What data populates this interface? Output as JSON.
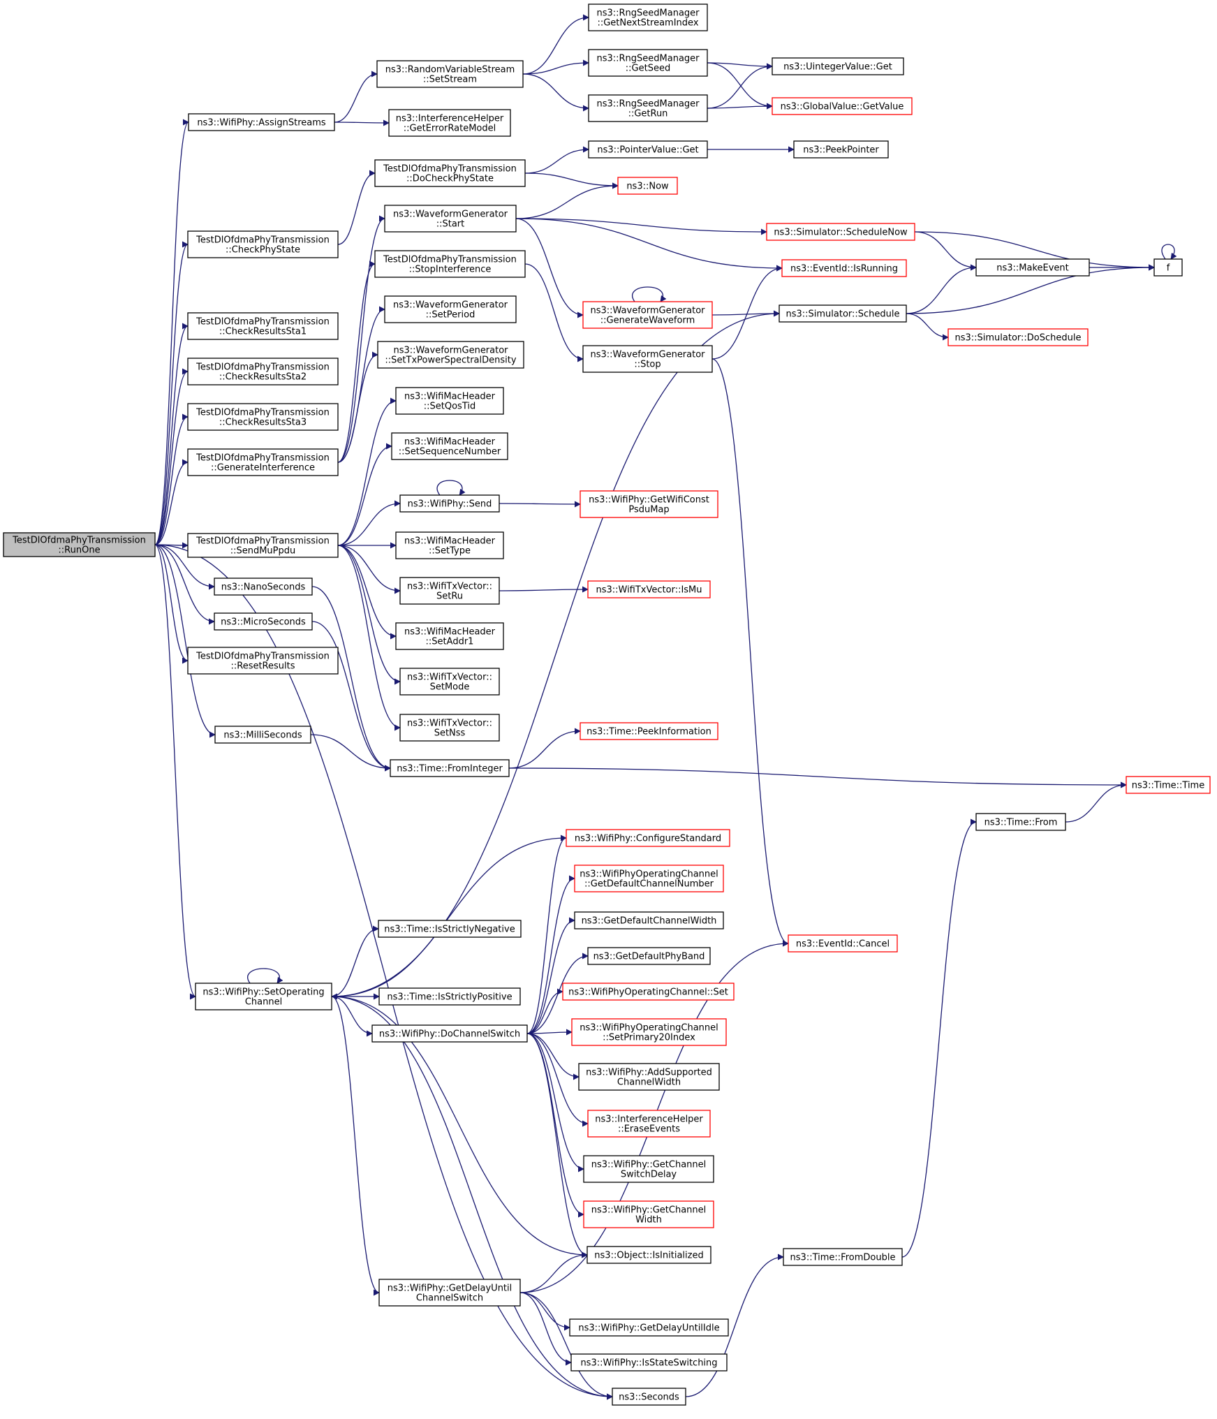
{
  "colors": {
    "edge": "#191970",
    "node_border": "#000000",
    "node_border_truncated": "#ff0000",
    "root_fill": "#bfbfbf",
    "node_fill": "#ffffff"
  },
  "nodes": [
    {
      "id": "runone",
      "lines": [
        "TestDlOfdmaPhyTransmission",
        "::RunOne"
      ],
      "root": true
    },
    {
      "id": "assignstreams",
      "lines": [
        "ns3::WifiPhy::AssignStreams"
      ]
    },
    {
      "id": "setstream",
      "lines": [
        "ns3::RandomVariableStream",
        "::SetStream"
      ]
    },
    {
      "id": "getnextstreamindex",
      "lines": [
        "ns3::RngSeedManager",
        "::GetNextStreamIndex"
      ]
    },
    {
      "id": "getseed",
      "lines": [
        "ns3::RngSeedManager",
        "::GetSeed"
      ]
    },
    {
      "id": "getrun",
      "lines": [
        "ns3::RngSeedManager",
        "::GetRun"
      ]
    },
    {
      "id": "uintegervalue-get",
      "lines": [
        "ns3::UintegerValue::Get"
      ]
    },
    {
      "id": "globalvalue-getvalue",
      "lines": [
        "ns3::GlobalValue::GetValue"
      ],
      "truncated": true
    },
    {
      "id": "geterrorratemodel",
      "lines": [
        "ns3::InterferenceHelper",
        "::GetErrorRateModel"
      ]
    },
    {
      "id": "checkphystate",
      "lines": [
        "TestDlOfdmaPhyTransmission",
        "::CheckPhyState"
      ]
    },
    {
      "id": "docheckphystate",
      "lines": [
        "TestDlOfdmaPhyTransmission",
        "::DoCheckPhyState"
      ]
    },
    {
      "id": "pointervalue-get",
      "lines": [
        "ns3::PointerValue::Get"
      ]
    },
    {
      "id": "peekpointer",
      "lines": [
        "ns3::PeekPointer"
      ]
    },
    {
      "id": "now",
      "lines": [
        "ns3::Now"
      ],
      "truncated": true
    },
    {
      "id": "wg-start",
      "lines": [
        "ns3::WaveformGenerator",
        "::Start"
      ]
    },
    {
      "id": "schedulenow",
      "lines": [
        "ns3::Simulator::ScheduleNow"
      ],
      "truncated": true
    },
    {
      "id": "isrunning",
      "lines": [
        "ns3::EventId::IsRunning"
      ],
      "truncated": true
    },
    {
      "id": "makeevent",
      "lines": [
        "ns3::MakeEvent"
      ]
    },
    {
      "id": "f",
      "lines": [
        "f"
      ]
    },
    {
      "id": "stopinterference",
      "lines": [
        "TestDlOfdmaPhyTransmission",
        "::StopInterference"
      ]
    },
    {
      "id": "generatewaveform",
      "lines": [
        "ns3::WaveformGenerator",
        "::GenerateWaveform"
      ],
      "truncated": true
    },
    {
      "id": "schedule",
      "lines": [
        "ns3::Simulator::Schedule"
      ]
    },
    {
      "id": "doschedule",
      "lines": [
        "ns3::Simulator::DoSchedule"
      ],
      "truncated": true
    },
    {
      "id": "checkresultssta1",
      "lines": [
        "TestDlOfdmaPhyTransmission",
        "::CheckResultsSta1"
      ]
    },
    {
      "id": "setperiod",
      "lines": [
        "ns3::WaveformGenerator",
        "::SetPeriod"
      ]
    },
    {
      "id": "checkresultssta2",
      "lines": [
        "TestDlOfdmaPhyTransmission",
        "::CheckResultsSta2"
      ]
    },
    {
      "id": "settxpsd",
      "lines": [
        "ns3::WaveformGenerator",
        "::SetTxPowerSpectralDensity"
      ]
    },
    {
      "id": "wg-stop",
      "lines": [
        "ns3::WaveformGenerator",
        "::Stop"
      ]
    },
    {
      "id": "checkresultssta3",
      "lines": [
        "TestDlOfdmaPhyTransmission",
        "::CheckResultsSta3"
      ]
    },
    {
      "id": "setqostid",
      "lines": [
        "ns3::WifiMacHeader",
        "::SetQosTid"
      ]
    },
    {
      "id": "generateinterference",
      "lines": [
        "TestDlOfdmaPhyTransmission",
        "::GenerateInterference"
      ]
    },
    {
      "id": "setsequencenumber",
      "lines": [
        "ns3::WifiMacHeader",
        "::SetSequenceNumber"
      ]
    },
    {
      "id": "wifiphy-send",
      "lines": [
        "ns3::WifiPhy::Send"
      ]
    },
    {
      "id": "getwificonstpsdumap",
      "lines": [
        "ns3::WifiPhy::GetWifiConst",
        "PsduMap"
      ],
      "truncated": true
    },
    {
      "id": "sendmuppdu",
      "lines": [
        "TestDlOfdmaPhyTransmission",
        "::SendMuPpdu"
      ]
    },
    {
      "id": "settype",
      "lines": [
        "ns3::WifiMacHeader",
        "::SetType"
      ]
    },
    {
      "id": "setru",
      "lines": [
        "ns3::WifiTxVector::",
        "SetRu"
      ]
    },
    {
      "id": "ismu",
      "lines": [
        "ns3::WifiTxVector::IsMu"
      ],
      "truncated": true
    },
    {
      "id": "nanoseconds",
      "lines": [
        "ns3::NanoSeconds"
      ]
    },
    {
      "id": "microseconds",
      "lines": [
        "ns3::MicroSeconds"
      ]
    },
    {
      "id": "setaddr1",
      "lines": [
        "ns3::WifiMacHeader",
        "::SetAddr1"
      ]
    },
    {
      "id": "resetresults",
      "lines": [
        "TestDlOfdmaPhyTransmission",
        "::ResetResults"
      ]
    },
    {
      "id": "setmode",
      "lines": [
        "ns3::WifiTxVector::",
        "SetMode"
      ]
    },
    {
      "id": "milliseconds",
      "lines": [
        "ns3::MilliSeconds"
      ]
    },
    {
      "id": "setnss",
      "lines": [
        "ns3::WifiTxVector::",
        "SetNss"
      ]
    },
    {
      "id": "peekinformation",
      "lines": [
        "ns3::Time::PeekInformation"
      ],
      "truncated": true
    },
    {
      "id": "frominteger",
      "lines": [
        "ns3::Time::FromInteger"
      ]
    },
    {
      "id": "time-time",
      "lines": [
        "ns3::Time::Time"
      ],
      "truncated": true
    },
    {
      "id": "time-from",
      "lines": [
        "ns3::Time::From"
      ]
    },
    {
      "id": "configurestandard",
      "lines": [
        "ns3::WifiPhy::ConfigureStandard"
      ],
      "truncated": true
    },
    {
      "id": "getdefaultchannelnumber",
      "lines": [
        "ns3::WifiPhyOperatingChannel",
        "::GetDefaultChannelNumber"
      ],
      "truncated": true
    },
    {
      "id": "getdefaultchannelwidth",
      "lines": [
        "ns3::GetDefaultChannelWidth"
      ]
    },
    {
      "id": "isstrictlynegative",
      "lines": [
        "ns3::Time::IsStrictlyNegative"
      ]
    },
    {
      "id": "cancel",
      "lines": [
        "ns3::EventId::Cancel"
      ],
      "truncated": true
    },
    {
      "id": "getdefaultphyband",
      "lines": [
        "ns3::GetDefaultPhyBand"
      ]
    },
    {
      "id": "setoperatingchannel",
      "lines": [
        "ns3::WifiPhy::SetOperating",
        "Channel"
      ]
    },
    {
      "id": "isstrictlypositive",
      "lines": [
        "ns3::Time::IsStrictlyPositive"
      ]
    },
    {
      "id": "operatingchannel-set",
      "lines": [
        "ns3::WifiPhyOperatingChannel::Set"
      ],
      "truncated": true
    },
    {
      "id": "dochannelswitch",
      "lines": [
        "ns3::WifiPhy::DoChannelSwitch"
      ]
    },
    {
      "id": "setprimary20index",
      "lines": [
        "ns3::WifiPhyOperatingChannel",
        "::SetPrimary20Index"
      ],
      "truncated": true
    },
    {
      "id": "addsupportedchannelwidth",
      "lines": [
        "ns3::WifiPhy::AddSupported",
        "ChannelWidth"
      ]
    },
    {
      "id": "eraseevents",
      "lines": [
        "ns3::InterferenceHelper",
        "::EraseEvents"
      ],
      "truncated": true
    },
    {
      "id": "getchannelswitchdelay",
      "lines": [
        "ns3::WifiPhy::GetChannel",
        "SwitchDelay"
      ]
    },
    {
      "id": "getchannelwidth",
      "lines": [
        "ns3::WifiPhy::GetChannel",
        "Width"
      ],
      "truncated": true
    },
    {
      "id": "isinitialized",
      "lines": [
        "ns3::Object::IsInitialized"
      ]
    },
    {
      "id": "fromdouble",
      "lines": [
        "ns3::Time::FromDouble"
      ]
    },
    {
      "id": "getdelayuntilchannelswitch",
      "lines": [
        "ns3::WifiPhy::GetDelayUntil",
        "ChannelSwitch"
      ]
    },
    {
      "id": "getdelayuntilidle",
      "lines": [
        "ns3::WifiPhy::GetDelayUntilIdle"
      ]
    },
    {
      "id": "isstateswitching",
      "lines": [
        "ns3::WifiPhy::IsStateSwitching"
      ]
    },
    {
      "id": "seconds",
      "lines": [
        "ns3::Seconds"
      ]
    }
  ],
  "edges": [
    [
      "runone",
      "assignstreams"
    ],
    [
      "runone",
      "checkphystate"
    ],
    [
      "runone",
      "checkresultssta1"
    ],
    [
      "runone",
      "checkresultssta2"
    ],
    [
      "runone",
      "checkresultssta3"
    ],
    [
      "runone",
      "generateinterference"
    ],
    [
      "runone",
      "sendmuppdu"
    ],
    [
      "runone",
      "nanoseconds"
    ],
    [
      "runone",
      "microseconds"
    ],
    [
      "runone",
      "resetresults"
    ],
    [
      "runone",
      "milliseconds"
    ],
    [
      "runone",
      "setoperatingchannel"
    ],
    [
      "runone",
      "seconds"
    ],
    [
      "assignstreams",
      "setstream"
    ],
    [
      "assignstreams",
      "geterrorratemodel"
    ],
    [
      "setstream",
      "getnextstreamindex"
    ],
    [
      "setstream",
      "getseed"
    ],
    [
      "setstream",
      "getrun"
    ],
    [
      "getseed",
      "uintegervalue-get"
    ],
    [
      "getseed",
      "globalvalue-getvalue"
    ],
    [
      "getrun",
      "uintegervalue-get"
    ],
    [
      "getrun",
      "globalvalue-getvalue"
    ],
    [
      "checkphystate",
      "docheckphystate"
    ],
    [
      "docheckphystate",
      "pointervalue-get"
    ],
    [
      "docheckphystate",
      "now"
    ],
    [
      "pointervalue-get",
      "peekpointer"
    ],
    [
      "generateinterference",
      "wg-start"
    ],
    [
      "generateinterference",
      "stopinterference"
    ],
    [
      "generateinterference",
      "setperiod"
    ],
    [
      "generateinterference",
      "settxpsd"
    ],
    [
      "wg-start",
      "now"
    ],
    [
      "wg-start",
      "schedulenow"
    ],
    [
      "wg-start",
      "isrunning"
    ],
    [
      "wg-start",
      "generatewaveform"
    ],
    [
      "schedulenow",
      "makeevent"
    ],
    [
      "schedulenow",
      "f"
    ],
    [
      "makeevent",
      "f"
    ],
    [
      "f",
      "f"
    ],
    [
      "generatewaveform",
      "generatewaveform"
    ],
    [
      "generatewaveform",
      "schedule"
    ],
    [
      "schedule",
      "makeevent"
    ],
    [
      "schedule",
      "f"
    ],
    [
      "schedule",
      "doschedule"
    ],
    [
      "stopinterference",
      "wg-stop"
    ],
    [
      "wg-stop",
      "isrunning"
    ],
    [
      "wg-stop",
      "cancel"
    ],
    [
      "sendmuppdu",
      "setqostid"
    ],
    [
      "sendmuppdu",
      "setsequencenumber"
    ],
    [
      "sendmuppdu",
      "wifiphy-send"
    ],
    [
      "sendmuppdu",
      "settype"
    ],
    [
      "sendmuppdu",
      "setru"
    ],
    [
      "sendmuppdu",
      "setaddr1"
    ],
    [
      "sendmuppdu",
      "setmode"
    ],
    [
      "sendmuppdu",
      "setnss"
    ],
    [
      "wifiphy-send",
      "wifiphy-send"
    ],
    [
      "wifiphy-send",
      "getwificonstpsdumap"
    ],
    [
      "setru",
      "ismu"
    ],
    [
      "nanoseconds",
      "frominteger"
    ],
    [
      "microseconds",
      "frominteger"
    ],
    [
      "milliseconds",
      "frominteger"
    ],
    [
      "frominteger",
      "peekinformation"
    ],
    [
      "frominteger",
      "time-time"
    ],
    [
      "time-from",
      "time-time"
    ],
    [
      "setoperatingchannel",
      "setoperatingchannel"
    ],
    [
      "setoperatingchannel",
      "schedule"
    ],
    [
      "setoperatingchannel",
      "isstrictlynegative"
    ],
    [
      "setoperatingchannel",
      "isstrictlypositive"
    ],
    [
      "setoperatingchannel",
      "dochannelswitch"
    ],
    [
      "setoperatingchannel",
      "isinitialized"
    ],
    [
      "setoperatingchannel",
      "getdelayuntilchannelswitch"
    ],
    [
      "setoperatingchannel",
      "seconds"
    ],
    [
      "configurestandard",
      "setoperatingchannel"
    ],
    [
      "dochannelswitch",
      "configurestandard"
    ],
    [
      "dochannelswitch",
      "getdefaultchannelnumber"
    ],
    [
      "dochannelswitch",
      "getdefaultchannelwidth"
    ],
    [
      "dochannelswitch",
      "getdefaultphyband"
    ],
    [
      "dochannelswitch",
      "operatingchannel-set"
    ],
    [
      "dochannelswitch",
      "setprimary20index"
    ],
    [
      "dochannelswitch",
      "addsupportedchannelwidth"
    ],
    [
      "dochannelswitch",
      "eraseevents"
    ],
    [
      "dochannelswitch",
      "getchannelswitchdelay"
    ],
    [
      "dochannelswitch",
      "getchannelwidth"
    ],
    [
      "dochannelswitch",
      "isinitialized"
    ],
    [
      "getdelayuntilchannelswitch",
      "isinitialized"
    ],
    [
      "getdelayuntilchannelswitch",
      "cancel"
    ],
    [
      "getdelayuntilchannelswitch",
      "getdelayuntilidle"
    ],
    [
      "getdelayuntilchannelswitch",
      "isstateswitching"
    ],
    [
      "getdelayuntilchannelswitch",
      "seconds"
    ],
    [
      "seconds",
      "fromdouble"
    ],
    [
      "fromdouble",
      "time-from"
    ]
  ]
}
